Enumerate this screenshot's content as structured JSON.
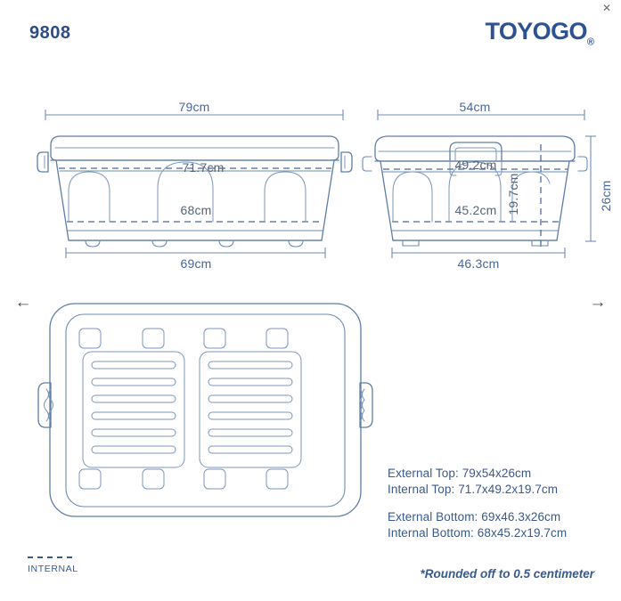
{
  "header": {
    "sku": "9808",
    "brand": "TOYOGO",
    "brand_mark": "®",
    "close_icon": "close-icon",
    "close_glyph": "✕"
  },
  "carousel": {
    "prev_glyph": "←",
    "next_glyph": "→",
    "prev_name": "previous-image-arrow",
    "next_name": "next-image-arrow"
  },
  "views": {
    "front": {
      "name": "front-elevation-view",
      "external_top_width": "79cm",
      "internal_top_width": "71.7cm",
      "internal_bottom_width": "68cm",
      "external_bottom_width": "69cm"
    },
    "side": {
      "name": "side-elevation-view",
      "external_top_width": "54cm",
      "internal_top_width": "49.2cm",
      "internal_bottom_width": "45.2cm",
      "external_bottom_width": "46.3cm",
      "external_height": "26cm",
      "internal_height": "19.7cm"
    },
    "top": {
      "name": "top-plan-view"
    }
  },
  "specs": {
    "external_top": "External Top: 79x54x26cm",
    "internal_top": "Internal Top: 71.7x49.2x19.7cm",
    "external_bottom": "External Bottom: 69x46.3x26cm",
    "internal_bottom": "Internal Bottom: 68x45.2x19.7cm"
  },
  "footnote": "*Rounded off to 0.5 centimeter",
  "legend": {
    "label": "INTERNAL",
    "style": "dashed"
  },
  "colors": {
    "brand_blue": "#2d5293",
    "line_blue": "#5f7fa8",
    "text_blue": "#3a5a8c",
    "dim_text": "#4a6795",
    "background": "#ffffff"
  }
}
